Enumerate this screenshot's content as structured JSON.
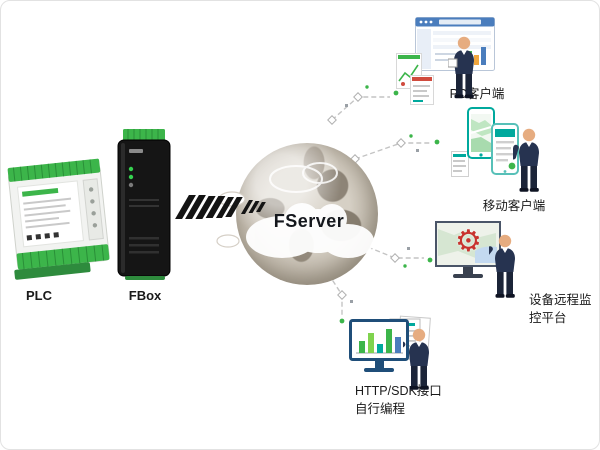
{
  "diagram": {
    "plc_label": "PLC",
    "fbox_label": "FBox",
    "server_label": "FServer",
    "clients": {
      "pc": {
        "label": "PC客户端"
      },
      "mobile": {
        "label": "移动客户端"
      },
      "platform": {
        "label_line1": "设备远程监",
        "label_line2": "控平台"
      },
      "sdk": {
        "label_line1": "HTTP/SDK接口",
        "label_line2": "自行编程"
      }
    },
    "icons": {
      "gear_glyph": "⚙"
    },
    "colors": {
      "accent_green": "#3cb54a",
      "teal": "#00a99d",
      "suit_navy": "#263350",
      "connector_gray": "#c4c4c4",
      "globe_tan": "#b3aa9c",
      "gear_red": "#c8332e",
      "monitor_blue": "#1f4e79",
      "window_blue": "#4a7dbd"
    }
  }
}
